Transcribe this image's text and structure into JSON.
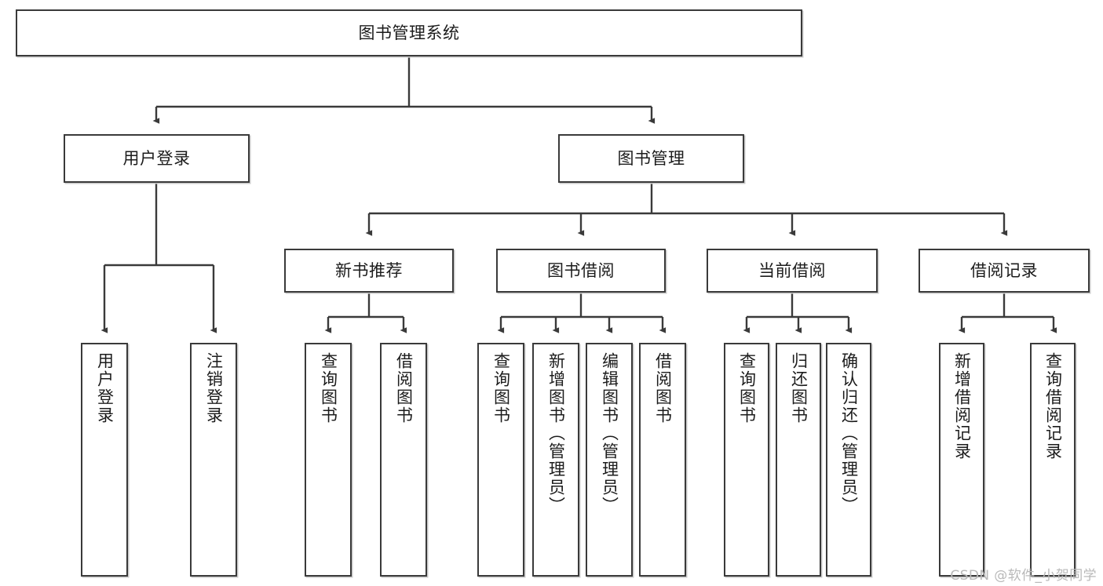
{
  "diagram": {
    "title": "图书管理系统",
    "type": "tree-hierarchy",
    "orientation": "top-down",
    "colors": {
      "background": "#ffffff",
      "box_border": "#3a3a3a",
      "box_fill": "#ffffff",
      "connector": "#3a3a3a",
      "text": "#1c1c1c",
      "watermark": "#b9b9b9"
    }
  },
  "nodes": {
    "root": {
      "label": "图书管理系统",
      "level": 0
    },
    "level1": [
      {
        "id": "user-login",
        "label": "用户登录"
      },
      {
        "id": "book-management",
        "label": "图书管理"
      }
    ],
    "level2": [
      {
        "id": "new-book-recommend",
        "label": "新书推荐",
        "parent": "book-management"
      },
      {
        "id": "book-borrow",
        "label": "图书借阅",
        "parent": "book-management"
      },
      {
        "id": "current-borrow",
        "label": "当前借阅",
        "parent": "book-management"
      },
      {
        "id": "borrow-record",
        "label": "借阅记录",
        "parent": "book-management"
      }
    ],
    "leaves": {
      "user-login": [
        {
          "id": "leaf-user-login",
          "label": "用户登录"
        },
        {
          "id": "leaf-user-logout",
          "label": "注销登录"
        }
      ],
      "new-book-recommend": [
        {
          "id": "leaf-query-book-1",
          "label": "查询图书"
        },
        {
          "id": "leaf-borrow-book-1",
          "label": "借阅图书"
        }
      ],
      "book-borrow": [
        {
          "id": "leaf-query-book-2",
          "label": "查询图书"
        },
        {
          "id": "leaf-add-book",
          "label": "新增图书（管理员）"
        },
        {
          "id": "leaf-edit-book",
          "label": "编辑图书（管理员）"
        },
        {
          "id": "leaf-borrow-book-2",
          "label": "借阅图书"
        }
      ],
      "current-borrow": [
        {
          "id": "leaf-query-book-3",
          "label": "查询图书"
        },
        {
          "id": "leaf-return-book",
          "label": "归还图书"
        },
        {
          "id": "leaf-confirm-return",
          "label": "确认归还（管理员）"
        }
      ],
      "borrow-record": [
        {
          "id": "leaf-add-record",
          "label": "新增借阅记录"
        },
        {
          "id": "leaf-query-record",
          "label": "查询借阅记录"
        }
      ]
    }
  },
  "watermark": {
    "text": "CSDN @软件_小贺同学"
  }
}
